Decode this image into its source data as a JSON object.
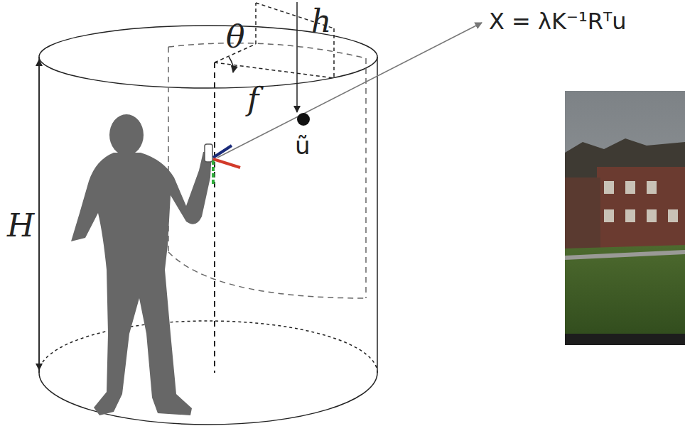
{
  "diagram": {
    "labels": [
      "θ",
      "h",
      "f",
      "ũ",
      "H",
      "X = λK⁻¹Rᵀu"
    ]
  }
}
